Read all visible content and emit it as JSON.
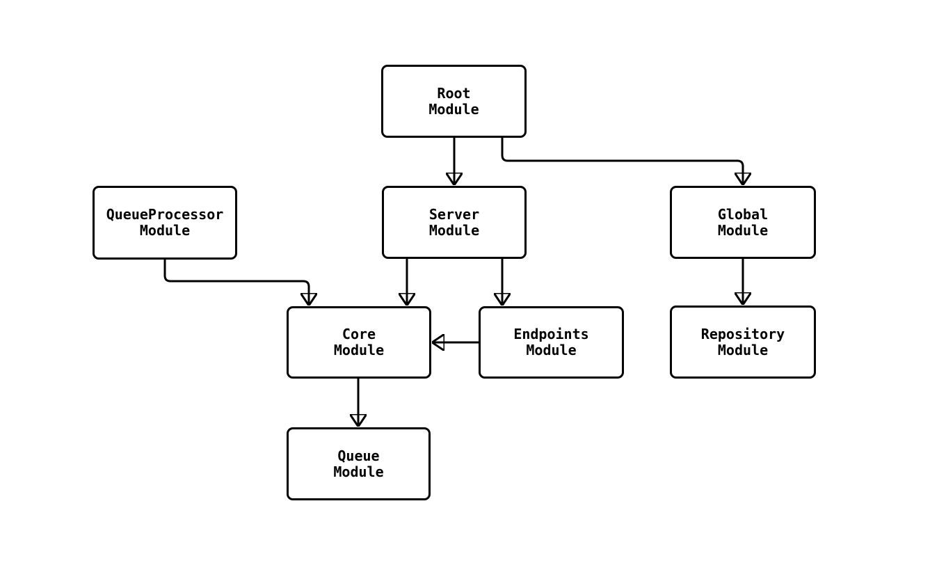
{
  "diagram": {
    "background_color": "#ffffff",
    "stroke_color": "#000000",
    "node_fill_color": "#ffffff",
    "text_color": "#000000",
    "nodes": {
      "root": {
        "label": "Root\nModule"
      },
      "queueprocessor": {
        "label": "QueueProcessor\nModule"
      },
      "server": {
        "label": "Server\nModule"
      },
      "global": {
        "label": "Global\nModule"
      },
      "core": {
        "label": "Core\nModule"
      },
      "endpoints": {
        "label": "Endpoints\nModule"
      },
      "repository": {
        "label": "Repository\nModule"
      },
      "queue": {
        "label": "Queue\nModule"
      }
    },
    "edges": [
      {
        "from": "Root Module",
        "to": "Server Module"
      },
      {
        "from": "Root Module",
        "to": "Global Module"
      },
      {
        "from": "QueueProcessor Module",
        "to": "Core Module"
      },
      {
        "from": "Server Module",
        "to": "Core Module"
      },
      {
        "from": "Server Module",
        "to": "Endpoints Module"
      },
      {
        "from": "Endpoints Module",
        "to": "Core Module"
      },
      {
        "from": "Global Module",
        "to": "Repository Module"
      },
      {
        "from": "Core Module",
        "to": "Queue Module"
      }
    ]
  }
}
